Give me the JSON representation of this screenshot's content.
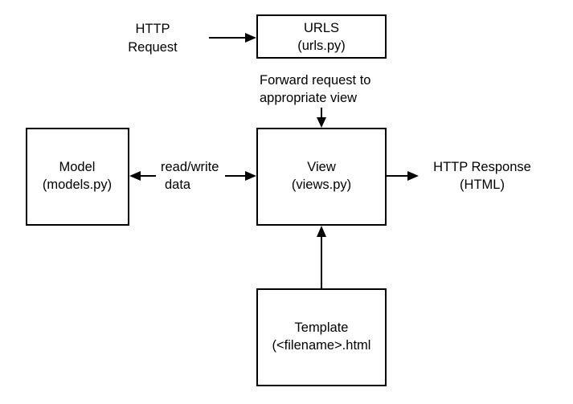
{
  "diagram": {
    "nodes": {
      "urls": {
        "line1": "URLS",
        "line2": "(urls.py)"
      },
      "view": {
        "line1": "View",
        "line2": "(views.py)"
      },
      "model": {
        "line1": "Model",
        "line2": "(models.py)"
      },
      "template": {
        "line1": "Template",
        "line2": "(<filename>.html"
      }
    },
    "labels": {
      "http_request": {
        "line1": "HTTP",
        "line2": "Request"
      },
      "forward": {
        "line1": "Forward request to",
        "line2": "appropriate view"
      },
      "read_write": {
        "line1": "read/write",
        "line2": "data"
      },
      "http_response": {
        "line1": "HTTP Response",
        "line2": "(HTML)"
      }
    },
    "edges": [
      {
        "from": "http_request",
        "to": "urls"
      },
      {
        "from": "urls",
        "to": "view"
      },
      {
        "from": "view",
        "to": "model",
        "bidirectional": true
      },
      {
        "from": "view",
        "to": "http_response"
      },
      {
        "from": "template",
        "to": "view"
      }
    ]
  }
}
